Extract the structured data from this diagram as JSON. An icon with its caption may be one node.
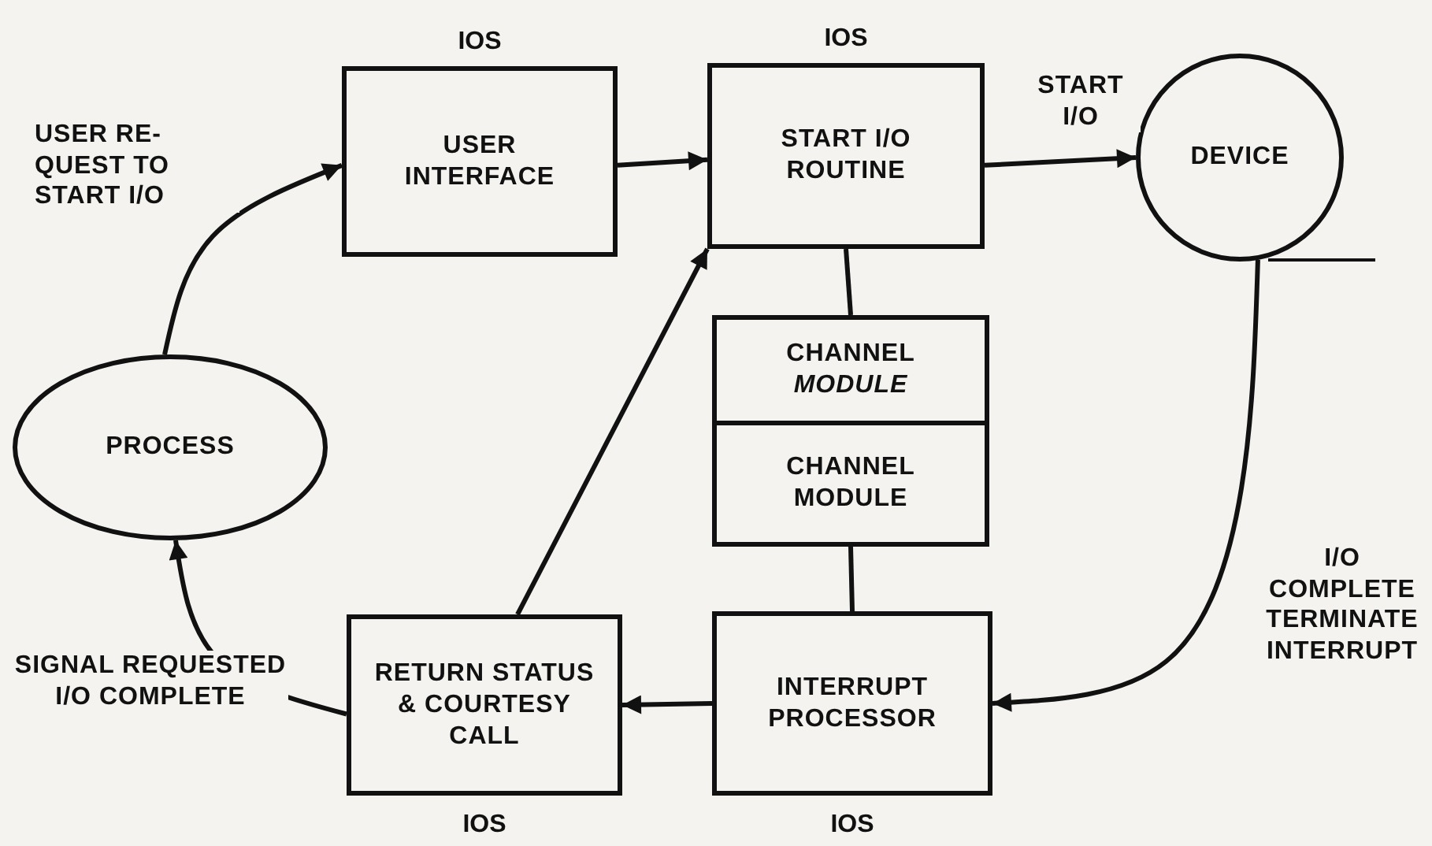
{
  "diagram": {
    "nodes": [
      {
        "text": [
          "USER INTERFACE"
        ],
        "beside": [
          "IOS"
        ]
      },
      {
        "text": [
          "START I/O ROUTINE"
        ],
        "beside": [
          "IOS"
        ]
      },
      {
        "text": [
          "DEVICE"
        ]
      },
      {
        "text": [
          "PROCESS"
        ]
      },
      {
        "text": [
          "CHANNEL *MODULE*"
        ]
      },
      {
        "text": [
          "CHANNEL MODULE"
        ]
      },
      {
        "text": [
          "RETURN STATUS & COURTESY CALL"
        ],
        "beside": [
          "IOS"
        ]
      },
      {
        "text": [
          "INTERRUPT PROCESSOR"
        ],
        "beside": [
          "IOS"
        ]
      }
    ],
    "edges": [
      {
        "from": 3,
        "to": 0,
        "arrow": "to",
        "label": "USER RE- QUEST TO START I/O"
      },
      {
        "from": 0,
        "to": 1,
        "arrow": "to"
      },
      {
        "from": 1,
        "to": 2,
        "arrow": "to",
        "label": "START I/O"
      },
      {
        "from": 1,
        "to": 4,
        "arrow": "none"
      },
      {
        "from": 5,
        "to": 7,
        "arrow": "none"
      },
      {
        "from": 2,
        "to": 7,
        "arrow": "to",
        "label": "I/O COMPLETE TERMINATE INTERRUPT"
      },
      {
        "from": 7,
        "to": 6,
        "arrow": "to"
      },
      {
        "from": 6,
        "to": 1,
        "arrow": "to"
      },
      {
        "from": 6,
        "to": 3,
        "arrow": "to",
        "label": "SIGNAL REQUESTED I/O COMPLETE"
      }
    ]
  }
}
